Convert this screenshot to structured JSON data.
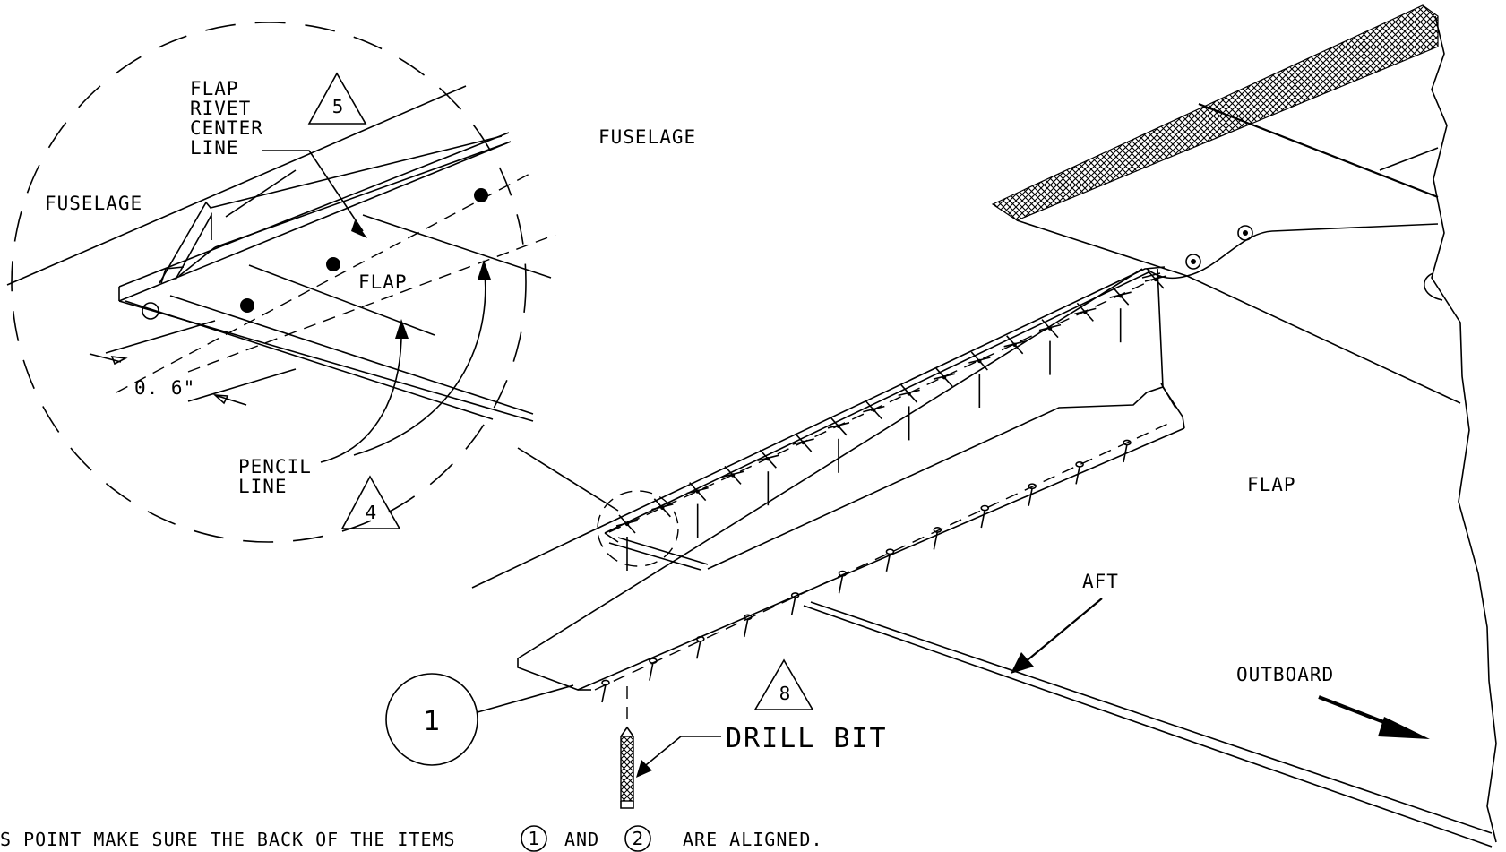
{
  "labels": {
    "fuselage_detail": "FUSELAGE",
    "fuselage_main": "FUSELAGE",
    "flap_detail": "FLAP",
    "flap_main": "FLAP",
    "rivet_line_1": "FLAP",
    "rivet_line_2": "RIVET",
    "rivet_line_3": "CENTER",
    "rivet_line_4": "LINE",
    "pencil_line_1": "PENCIL",
    "pencil_line_2": "LINE",
    "dimension": "0. 6\"",
    "aft": "AFT",
    "outboard": "OUTBOARD",
    "drill_bit": "DRILL BIT"
  },
  "callouts": {
    "note_5": "5",
    "note_4": "4",
    "note_8": "8",
    "item_1": "1"
  },
  "footer": {
    "part_a": "S POINT MAKE SURE THE BACK OF THE ITEMS",
    "item_a": "1",
    "part_b": "AND",
    "item_b": "2",
    "part_c": "ARE ALIGNED."
  }
}
